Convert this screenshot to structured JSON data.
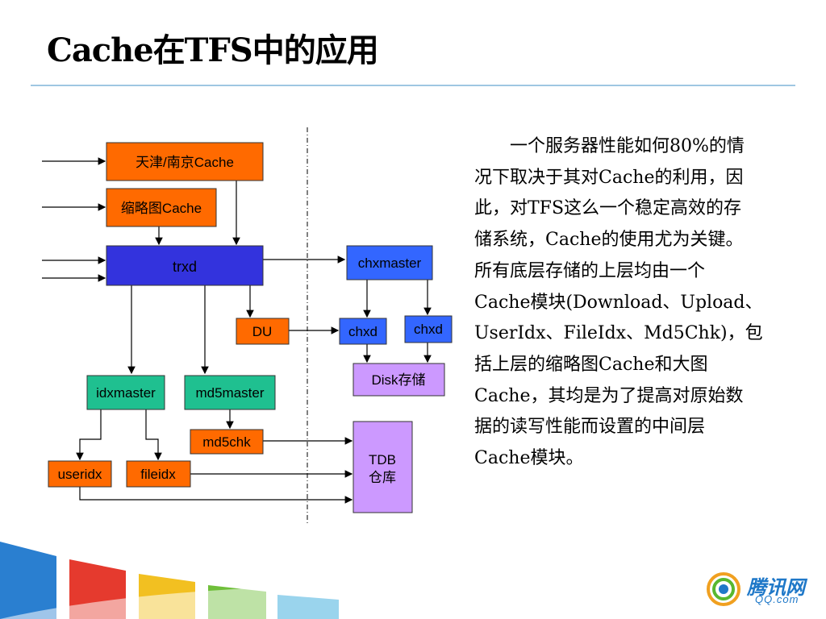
{
  "title": "Cache在TFS中的应用",
  "diagram": {
    "nodes": {
      "tianjin_cache": "天津/南京Cache",
      "thumb_cache": "缩略图Cache",
      "trxd": "trxd",
      "du": "DU",
      "chxmaster": "chxmaster",
      "chxd1": "chxd",
      "chxd2": "chxd",
      "disk": "Disk存储",
      "idxmaster": "idxmaster",
      "md5master": "md5master",
      "md5chk": "md5chk",
      "useridx": "useridx",
      "fileidx": "fileidx",
      "tdb_line1": "TDB",
      "tdb_line2": "仓库"
    },
    "colors": {
      "orange": "#ff6a00",
      "blue": "#3333dd",
      "light_blue": "#3366ff",
      "teal": "#1fc090",
      "purple": "#cc99ff"
    }
  },
  "body_lines": [
    "　　一个服务器性能如何80%的情",
    "况下取决于其对Cache的利用，因",
    "此，对TFS这么一个稳定高效的存",
    "储系统，Cache的使用尤为关键。",
    "所有底层存储的上层均由一个",
    "Cache模块(Download、Upload、",
    "UserIdx、FileIdx、Md5Chk)，包",
    "括上层的缩略图Cache和大图",
    "Cache，其均是为了提高对原始数",
    "据的读写性能而设置的中间层",
    "Cache模块。"
  ],
  "logo": {
    "text": "腾讯网",
    "sub": "QQ.com"
  }
}
